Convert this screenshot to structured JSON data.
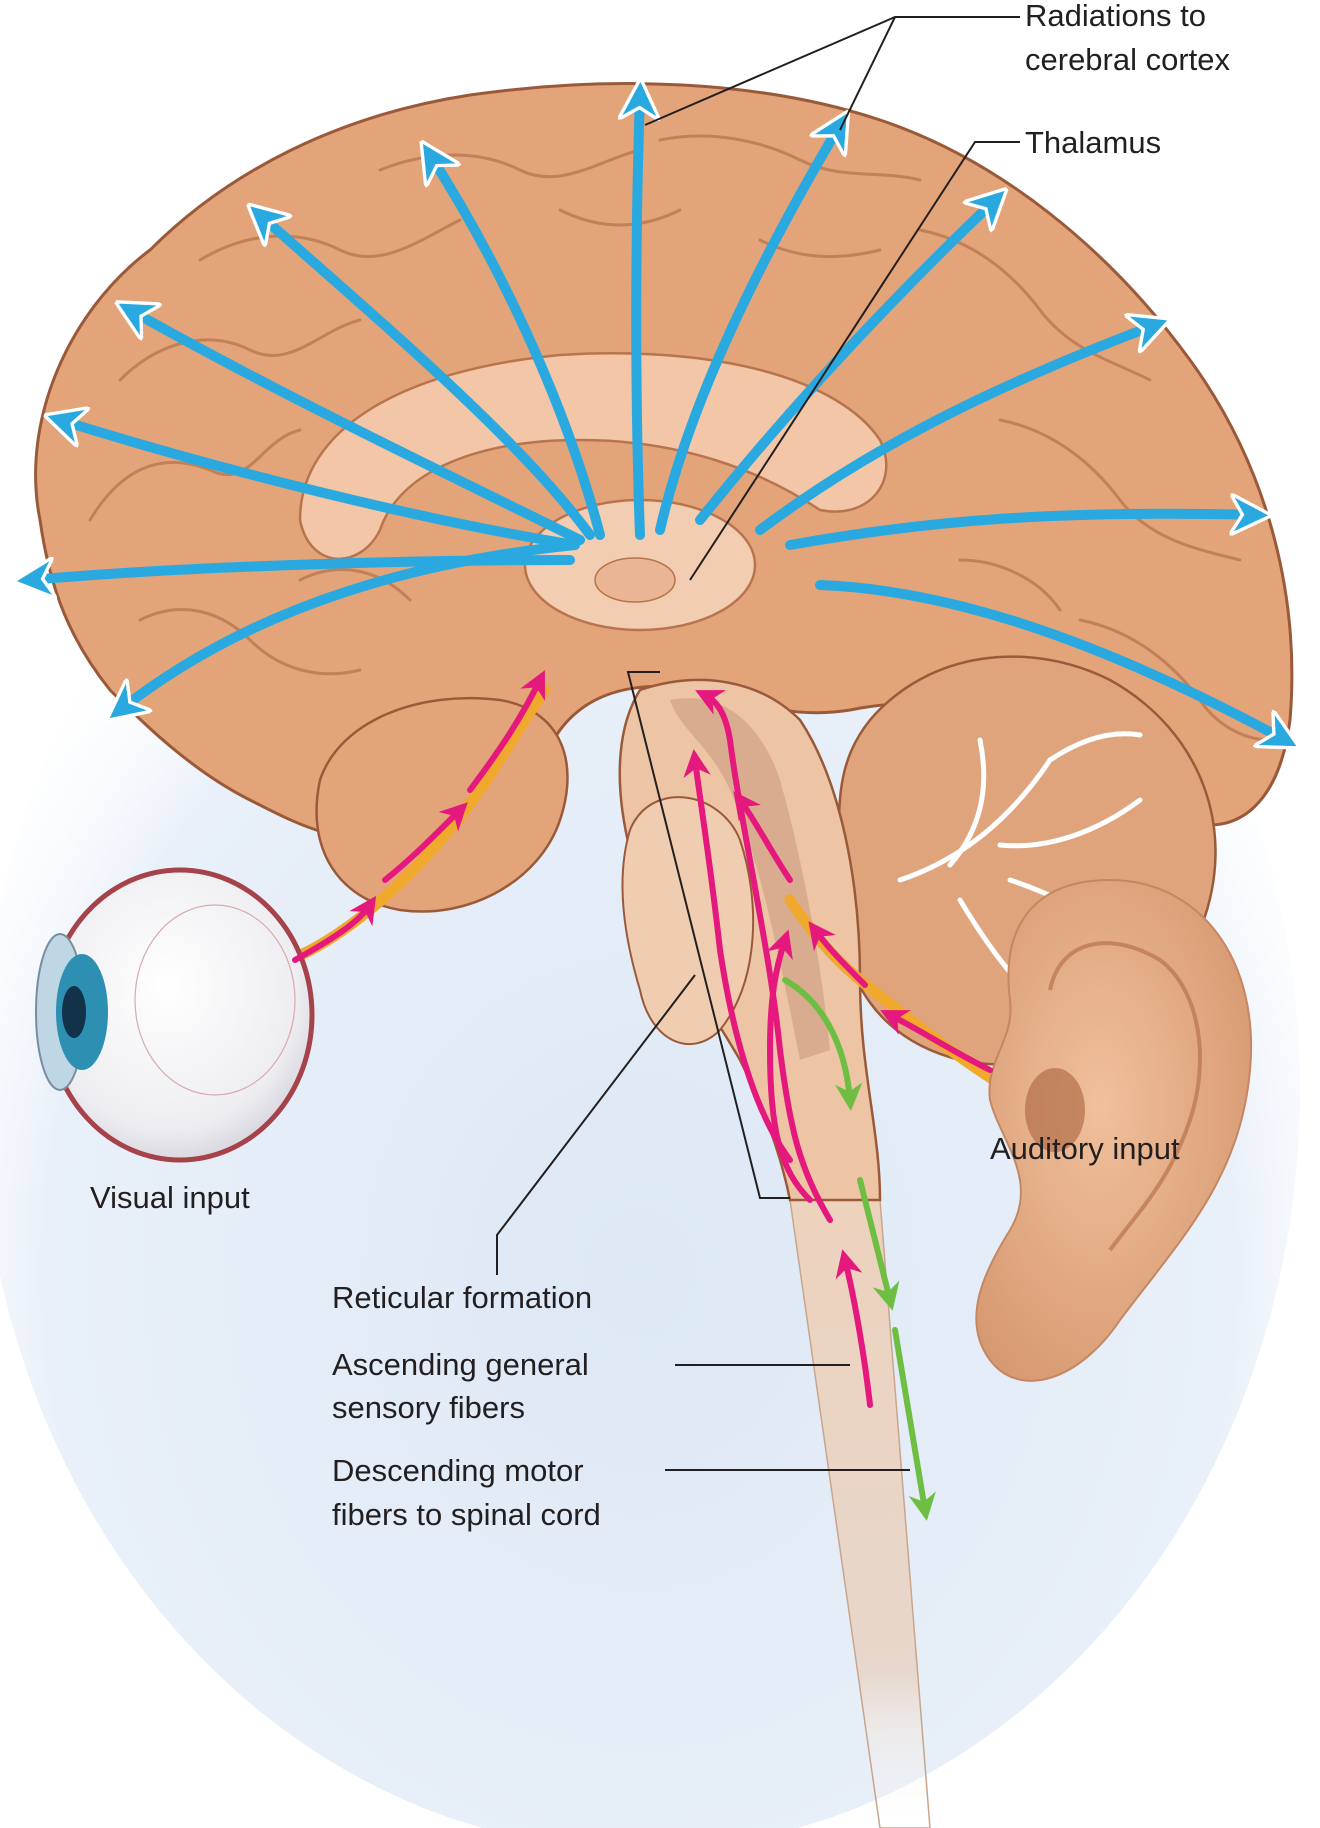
{
  "labels": {
    "radiations_line1": "Radiations to",
    "radiations_line2": "cerebral cortex",
    "thalamus": "Thalamus",
    "auditory_input": "Auditory input",
    "visual_input": "Visual input",
    "reticular_formation": "Reticular formation",
    "ascending_line1": "Ascending general",
    "ascending_line2": "sensory fibers",
    "descending_line1": "Descending motor",
    "descending_line2": "fibers to spinal cord"
  },
  "colors": {
    "radiation_arrows": "#2aa9e0",
    "ascending_arrows": "#e5197d",
    "descending_arrows": "#6fbe44",
    "input_pathways": "#f0a92c",
    "brain_tissue": "#e3a47a",
    "brain_outline": "#9a5a3a",
    "background_glow": "#dde8f5"
  }
}
